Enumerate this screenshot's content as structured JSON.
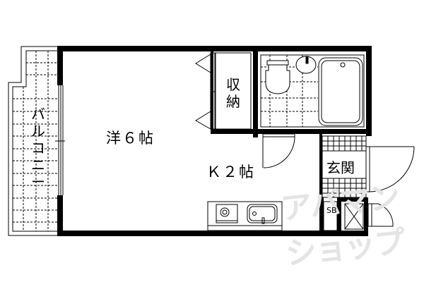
{
  "floor_plan": {
    "rooms": {
      "main_room": "洋６帖",
      "kitchen": "Ｋ２帖",
      "storage": "収納",
      "entrance": "玄関",
      "shoe_box": "SB",
      "balcony": "バルコニー"
    },
    "watermark": "アパマンショップ",
    "colors": {
      "wall": "#000000",
      "background": "#ffffff",
      "watermark": "#e4e4e4"
    }
  }
}
